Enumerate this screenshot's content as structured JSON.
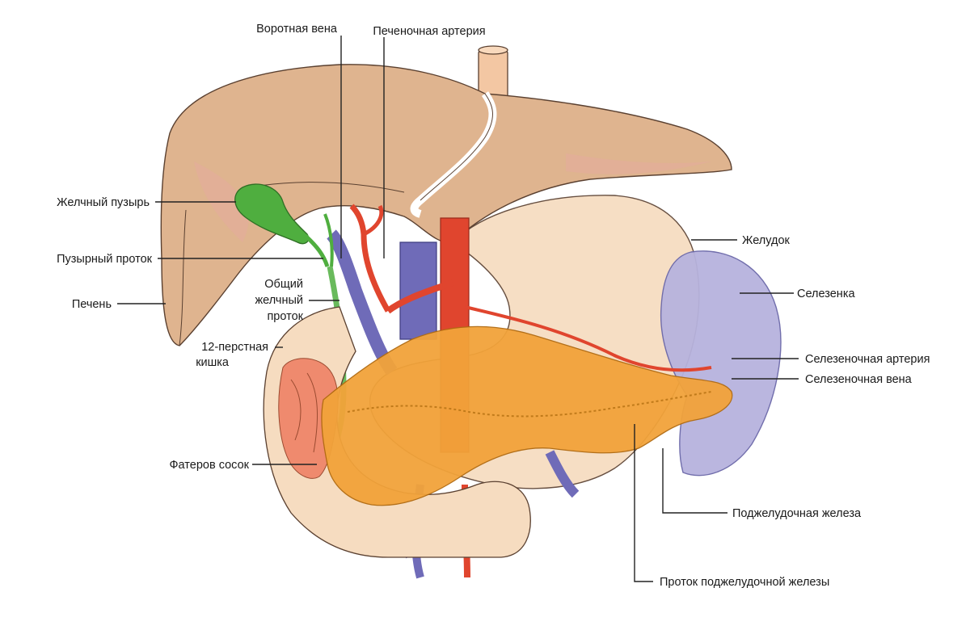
{
  "diagram": {
    "labels": {
      "portal_vein": "Воротная вена",
      "hepatic_artery": "Печеночная артерия",
      "gallbladder": "Желчный пузырь",
      "cystic_duct": "Пузырный проток",
      "liver": "Печень",
      "common_bile_duct": [
        "Общий",
        "желчный",
        "проток"
      ],
      "duodenum": [
        "12-перстная",
        "кишка"
      ],
      "vater_papilla": "Фатеров сосок",
      "stomach": "Желудок",
      "spleen": "Селезенка",
      "splenic_artery": "Селезеночная артерия",
      "splenic_vein": "Селезеночная вена",
      "pancreas": "Поджелудочная железа",
      "pancreatic_duct": "Проток поджелудочной железы"
    },
    "colors": {
      "liver": "#dfb48f",
      "gallbladder": "#4fae3f",
      "portal_vein": "#6f6bb8",
      "artery": "#e0452e",
      "stomach": "#f6dcc0",
      "spleen": "#b7b3de",
      "pancreas": "#f2a33a",
      "duodenum_mucosa": "#ef8a6e",
      "aorta": "#f3c7a3"
    }
  }
}
